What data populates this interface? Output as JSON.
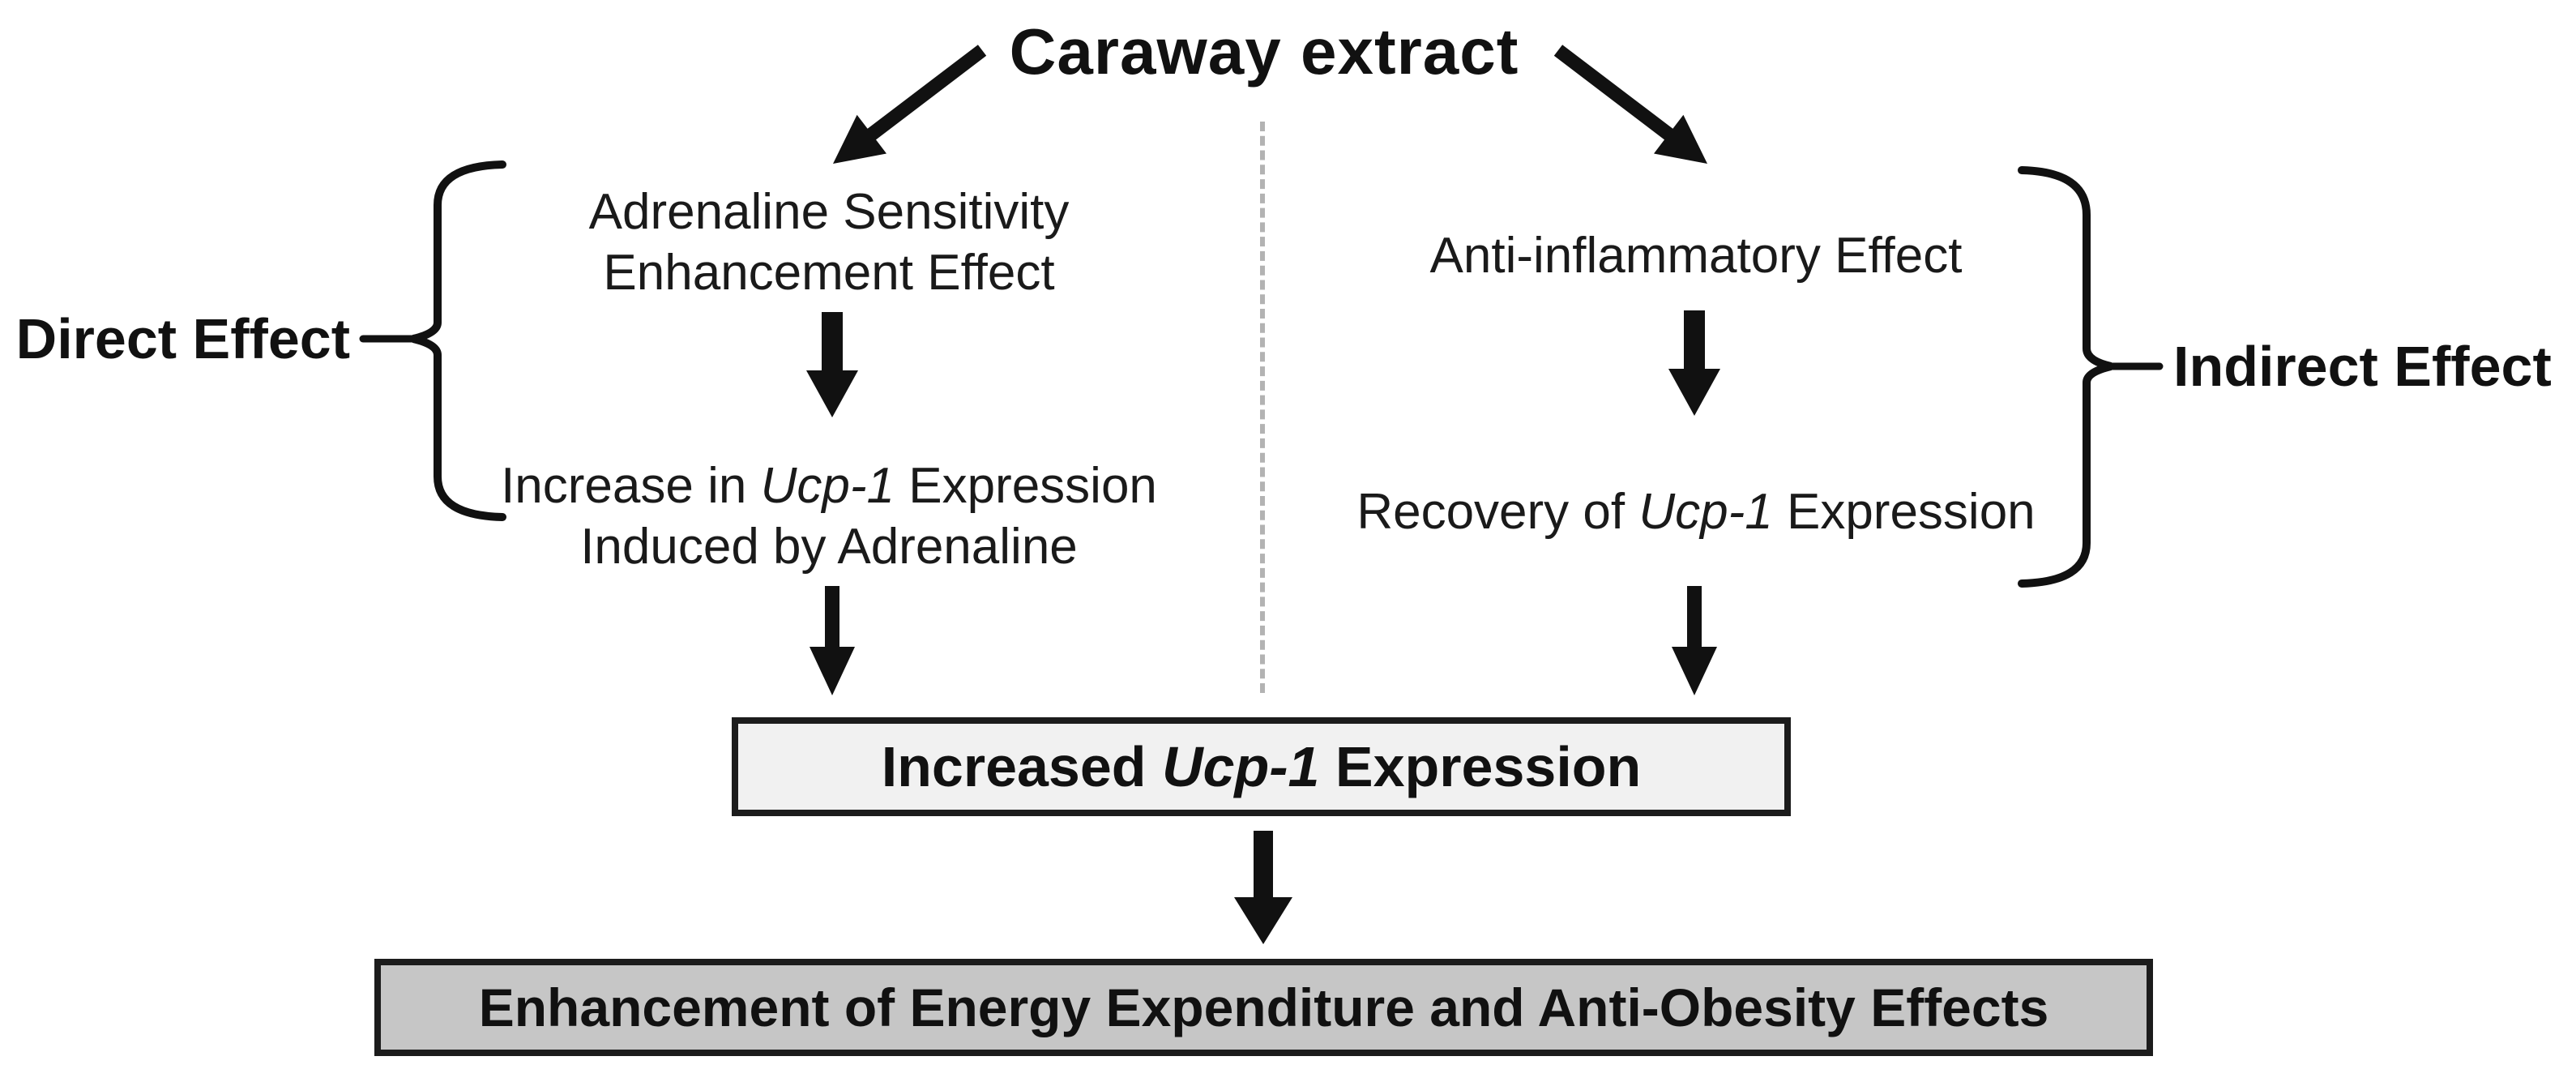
{
  "title": "Caraway extract",
  "left_branch": {
    "bracket_label": "Direct Effect",
    "step1": {
      "line1": "Adrenaline Sensitivity",
      "line2": "Enhancement Effect"
    },
    "step2": {
      "line1_pre": "Increase in ",
      "line1_gene": "Ucp-1",
      "line1_post": " Expression",
      "line2": "Induced by Adrenaline"
    }
  },
  "right_branch": {
    "bracket_label": "Indirect Effect",
    "step1": "Anti-inflammatory Effect",
    "step2": {
      "pre": "Recovery of ",
      "gene": "Ucp-1",
      "post": " Expression"
    }
  },
  "outcome": {
    "box1": {
      "pre": "Increased ",
      "gene": "Ucp-1",
      "post": " Expression"
    },
    "box2": "Enhancement of Energy Expenditure and Anti-Obesity Effects"
  },
  "colors": {
    "arrow": "#111111",
    "box1_bg": "#f1f1f1",
    "box2_bg": "#c6c6c6",
    "divider": "#b3b3b3"
  }
}
